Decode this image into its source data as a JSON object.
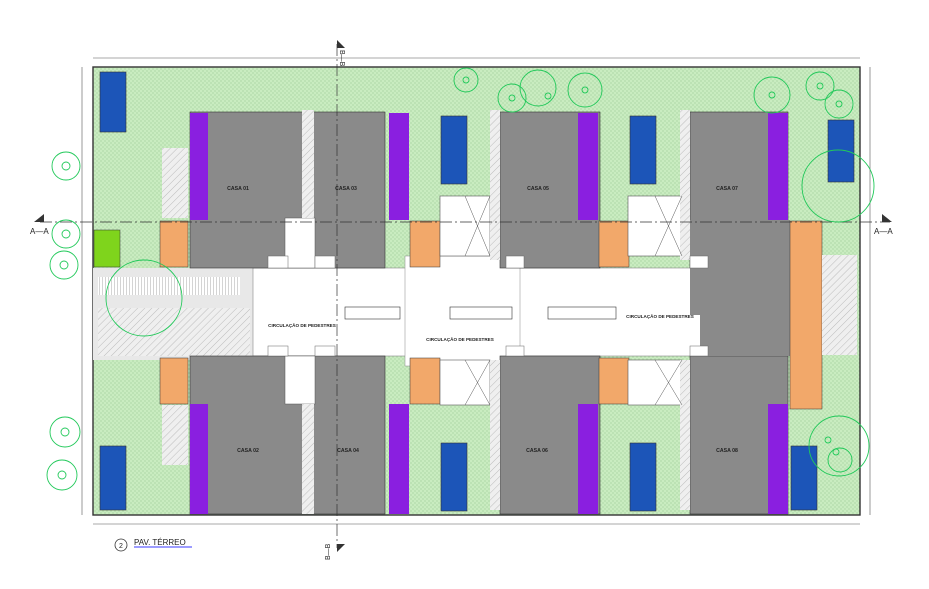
{
  "houses": [
    {
      "id": "casa-01",
      "label": "CASA 01"
    },
    {
      "id": "casa-03",
      "label": "CASA 03"
    },
    {
      "id": "casa-05",
      "label": "CASA 05"
    },
    {
      "id": "casa-07",
      "label": "CASA 07"
    },
    {
      "id": "casa-02",
      "label": "CASA 02"
    },
    {
      "id": "casa-04",
      "label": "CASA 04"
    },
    {
      "id": "casa-06",
      "label": "CASA 06"
    },
    {
      "id": "casa-08",
      "label": "CASA 08"
    }
  ],
  "circulation": {
    "left": "CIRCULAÇÃO DE PEDESTRES",
    "center": "CIRCULAÇÃO DE PEDESTRES",
    "right": "CIRCULAÇÃO DE PEDESTRES"
  },
  "sections": {
    "aa_left": "A—A",
    "aa_right": "A—A",
    "bb_top": "B—B",
    "bb_bottom": "B—B"
  },
  "title": {
    "number": "2",
    "label": "PAV. TÉRREO"
  },
  "colors": {
    "garden": "#c9ecc0",
    "house": "#8a8a8a",
    "purple": "#8a1fe0",
    "orange": "#f2a86a",
    "pool": "#1c55b8",
    "tree": "#22c95a",
    "lime": "#7fd41c",
    "path": "#ffffff"
  }
}
